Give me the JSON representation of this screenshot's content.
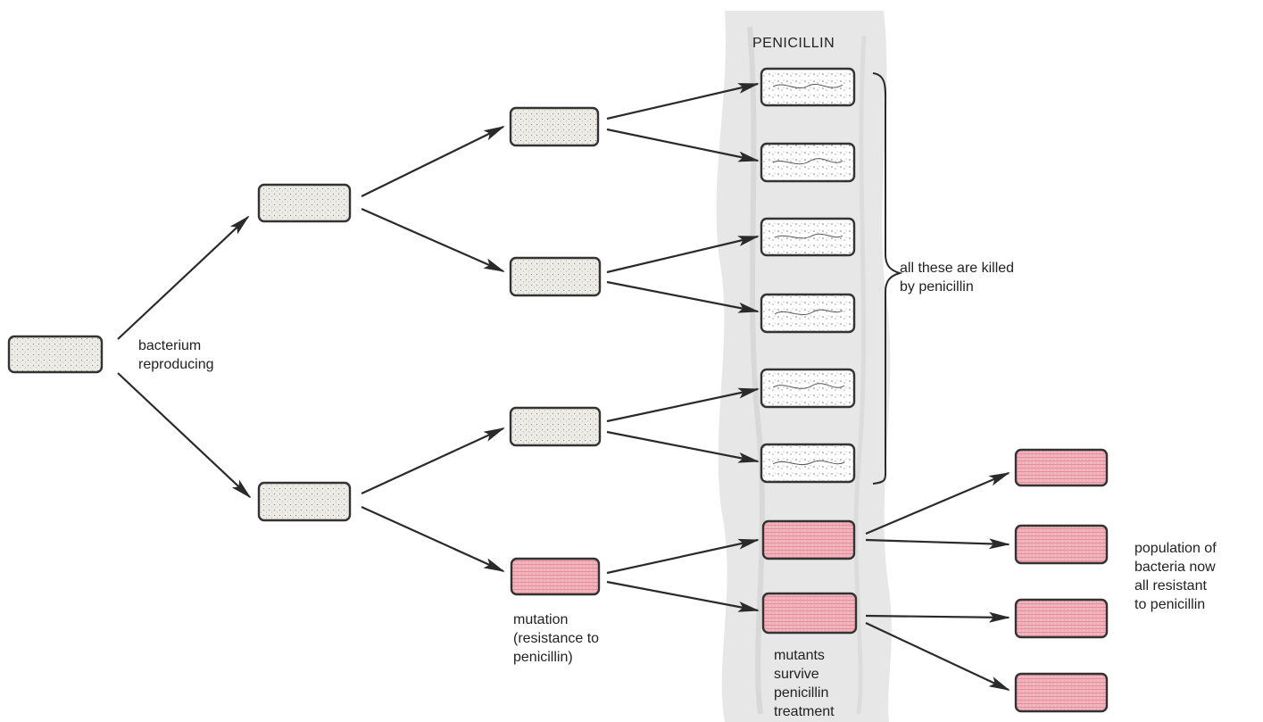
{
  "zone_label": "PENICILLIN",
  "labels": {
    "reproducing": [
      "bacterium",
      "reproducing"
    ],
    "killed": [
      "all these are killed",
      "by penicillin"
    ],
    "mutation": [
      "mutation",
      "(resistance to",
      "penicillin)"
    ],
    "survive": [
      "mutants",
      "survive",
      "penicillin",
      "treatment"
    ],
    "population": [
      "population of",
      "bacteria now",
      "all resistant",
      "to penicillin"
    ]
  },
  "cell_types": {
    "normal": {
      "meaning": "bacterium",
      "fill": "#ecebe6"
    },
    "killed": {
      "meaning": "killed bacterium",
      "fill": "#ffffff"
    },
    "resistant": {
      "meaning": "resistant mutant",
      "fill": "#f0b0b8"
    }
  },
  "colors": {
    "outline": "#333333",
    "arrow": "#2a2a2a",
    "zone_band": "#e2e2e2",
    "text": "#222222"
  }
}
